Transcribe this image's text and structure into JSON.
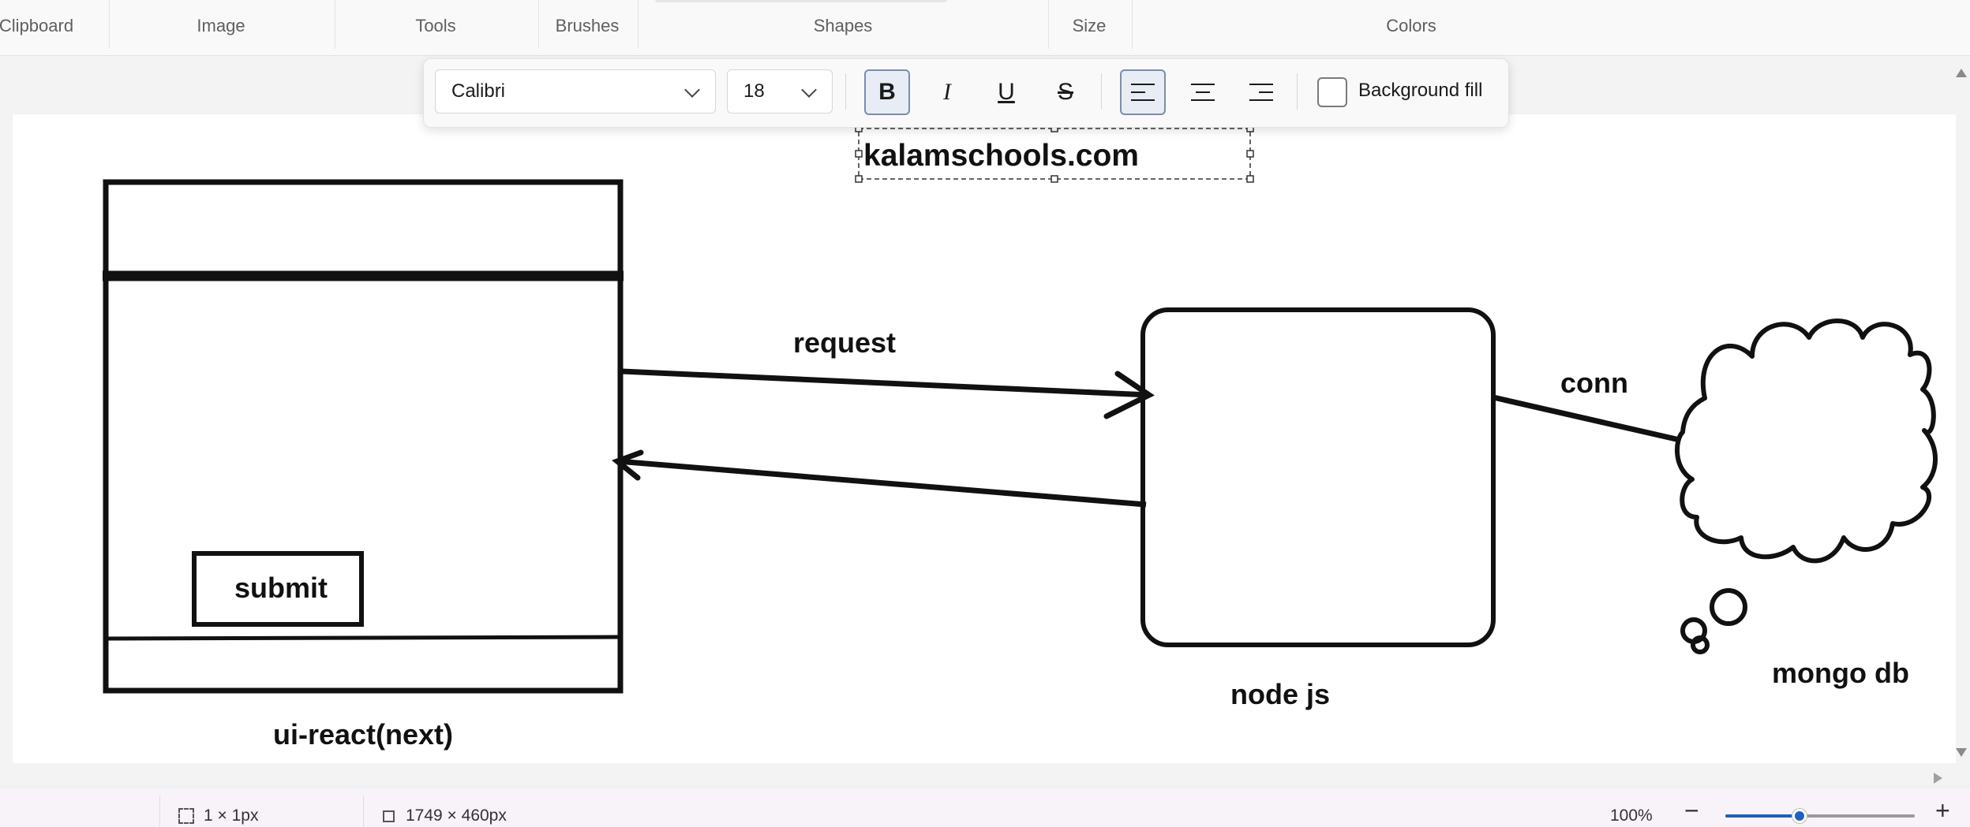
{
  "ribbon": {
    "groups": [
      "Clipboard",
      "Image",
      "Tools",
      "Brushes",
      "Shapes",
      "Size",
      "Colors"
    ]
  },
  "text_toolbar": {
    "font": "Calibri",
    "size": "18",
    "bold_active": true,
    "align_left_active": true,
    "buttons": {
      "bold": "B",
      "italic": "I",
      "underline": "U",
      "strike": "S"
    },
    "background_fill_label": "Background fill"
  },
  "canvas": {
    "text_box": "kalamschools.com",
    "labels": {
      "request": "request",
      "conn": "conn",
      "submit": "submit",
      "ui": "ui-react(next)",
      "node": "node js",
      "mongo": "mongo db"
    }
  },
  "status": {
    "selection": "1 × 1px",
    "canvas_size": "1749 × 460px",
    "zoom": "100%",
    "zoom_level": 0.39,
    "minus": "−",
    "plus": "+"
  },
  "colors": {
    "accent": "#1f5fbf",
    "ink": "#111111"
  }
}
